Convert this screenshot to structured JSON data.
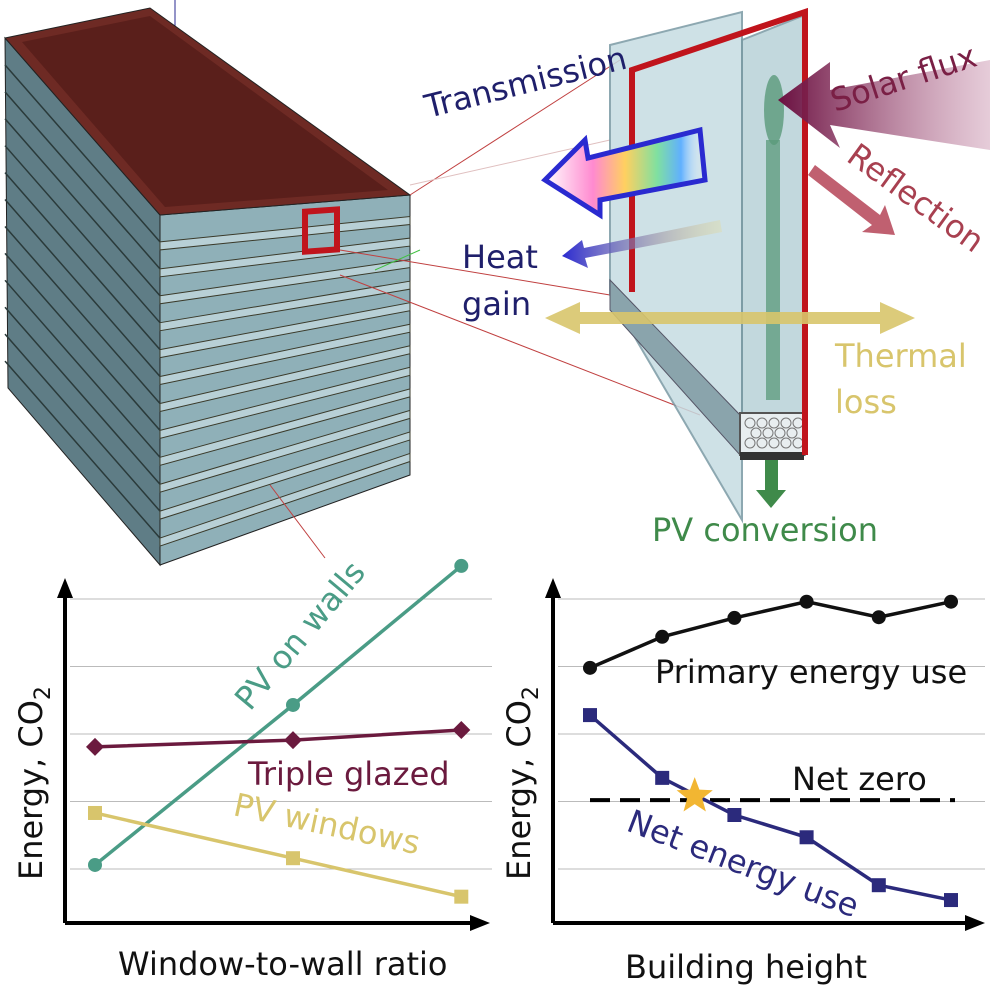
{
  "labels": {
    "transmission": "Transmission",
    "solar_flux": "Solar flux",
    "reflection": "Reflection",
    "heat": "Heat",
    "gain": "gain",
    "thermal": "Thermal",
    "loss": "loss",
    "pv_conversion": "PV conversion"
  },
  "colors": {
    "navy": "#1f1f6b",
    "maroon": "#7a1f45",
    "teal": "#4a9c86",
    "yellow": "#d8c56c",
    "green": "#3f8a4a",
    "roof": "#6e2a24",
    "glass": "#a9c4cc",
    "frame_red": "#c0141c",
    "star": "#f2b632"
  },
  "chart_data": [
    {
      "type": "line",
      "title": "",
      "xlabel": "Window-to-wall ratio",
      "ylabel_main": "Energy, CO",
      "ylabel_sub": "2",
      "ylim": [
        0,
        5.5
      ],
      "grid": true,
      "gridlines": [
        0.8,
        1.8,
        2.8,
        3.8,
        4.8
      ],
      "series": [
        {
          "name": "PV on walls",
          "color": "#4a9c86",
          "marker": "circle",
          "x": [
            1,
            2,
            2.85
          ],
          "values": [
            0.86,
            3.23,
            5.29
          ]
        },
        {
          "name": "Triple glazed",
          "color": "#6b1a3e",
          "marker": "diamond",
          "x": [
            1,
            2,
            2.85
          ],
          "values": [
            2.61,
            2.71,
            2.86
          ]
        },
        {
          "name": "PV windows",
          "color": "#d8c56c",
          "marker": "square",
          "x": [
            1,
            2,
            2.85
          ],
          "values": [
            1.63,
            0.96,
            0.39
          ]
        }
      ]
    },
    {
      "type": "line",
      "title": "",
      "xlabel": "Building height",
      "ylabel_main": "Energy, CO",
      "ylabel_sub": "2",
      "ylim": [
        0,
        5.5
      ],
      "grid": true,
      "gridlines": [
        0.8,
        1.8,
        2.8,
        3.8,
        4.8
      ],
      "series": [
        {
          "name": "Primary energy use",
          "color": "#111111",
          "marker": "circle",
          "x": [
            1,
            2,
            3,
            4,
            5,
            6
          ],
          "values": [
            3.78,
            4.24,
            4.52,
            4.76,
            4.53,
            4.76
          ]
        },
        {
          "name": "Net energy use",
          "color": "#2b2a7c",
          "marker": "square",
          "x": [
            1,
            2,
            3,
            4,
            5,
            6
          ],
          "values": [
            3.08,
            2.15,
            1.6,
            1.27,
            0.56,
            0.34
          ]
        }
      ],
      "reference_line": {
        "name": "Net zero",
        "value": 1.82,
        "style": "dashed"
      },
      "annotation": {
        "type": "star",
        "x": 2.45,
        "y": 1.88
      }
    }
  ]
}
